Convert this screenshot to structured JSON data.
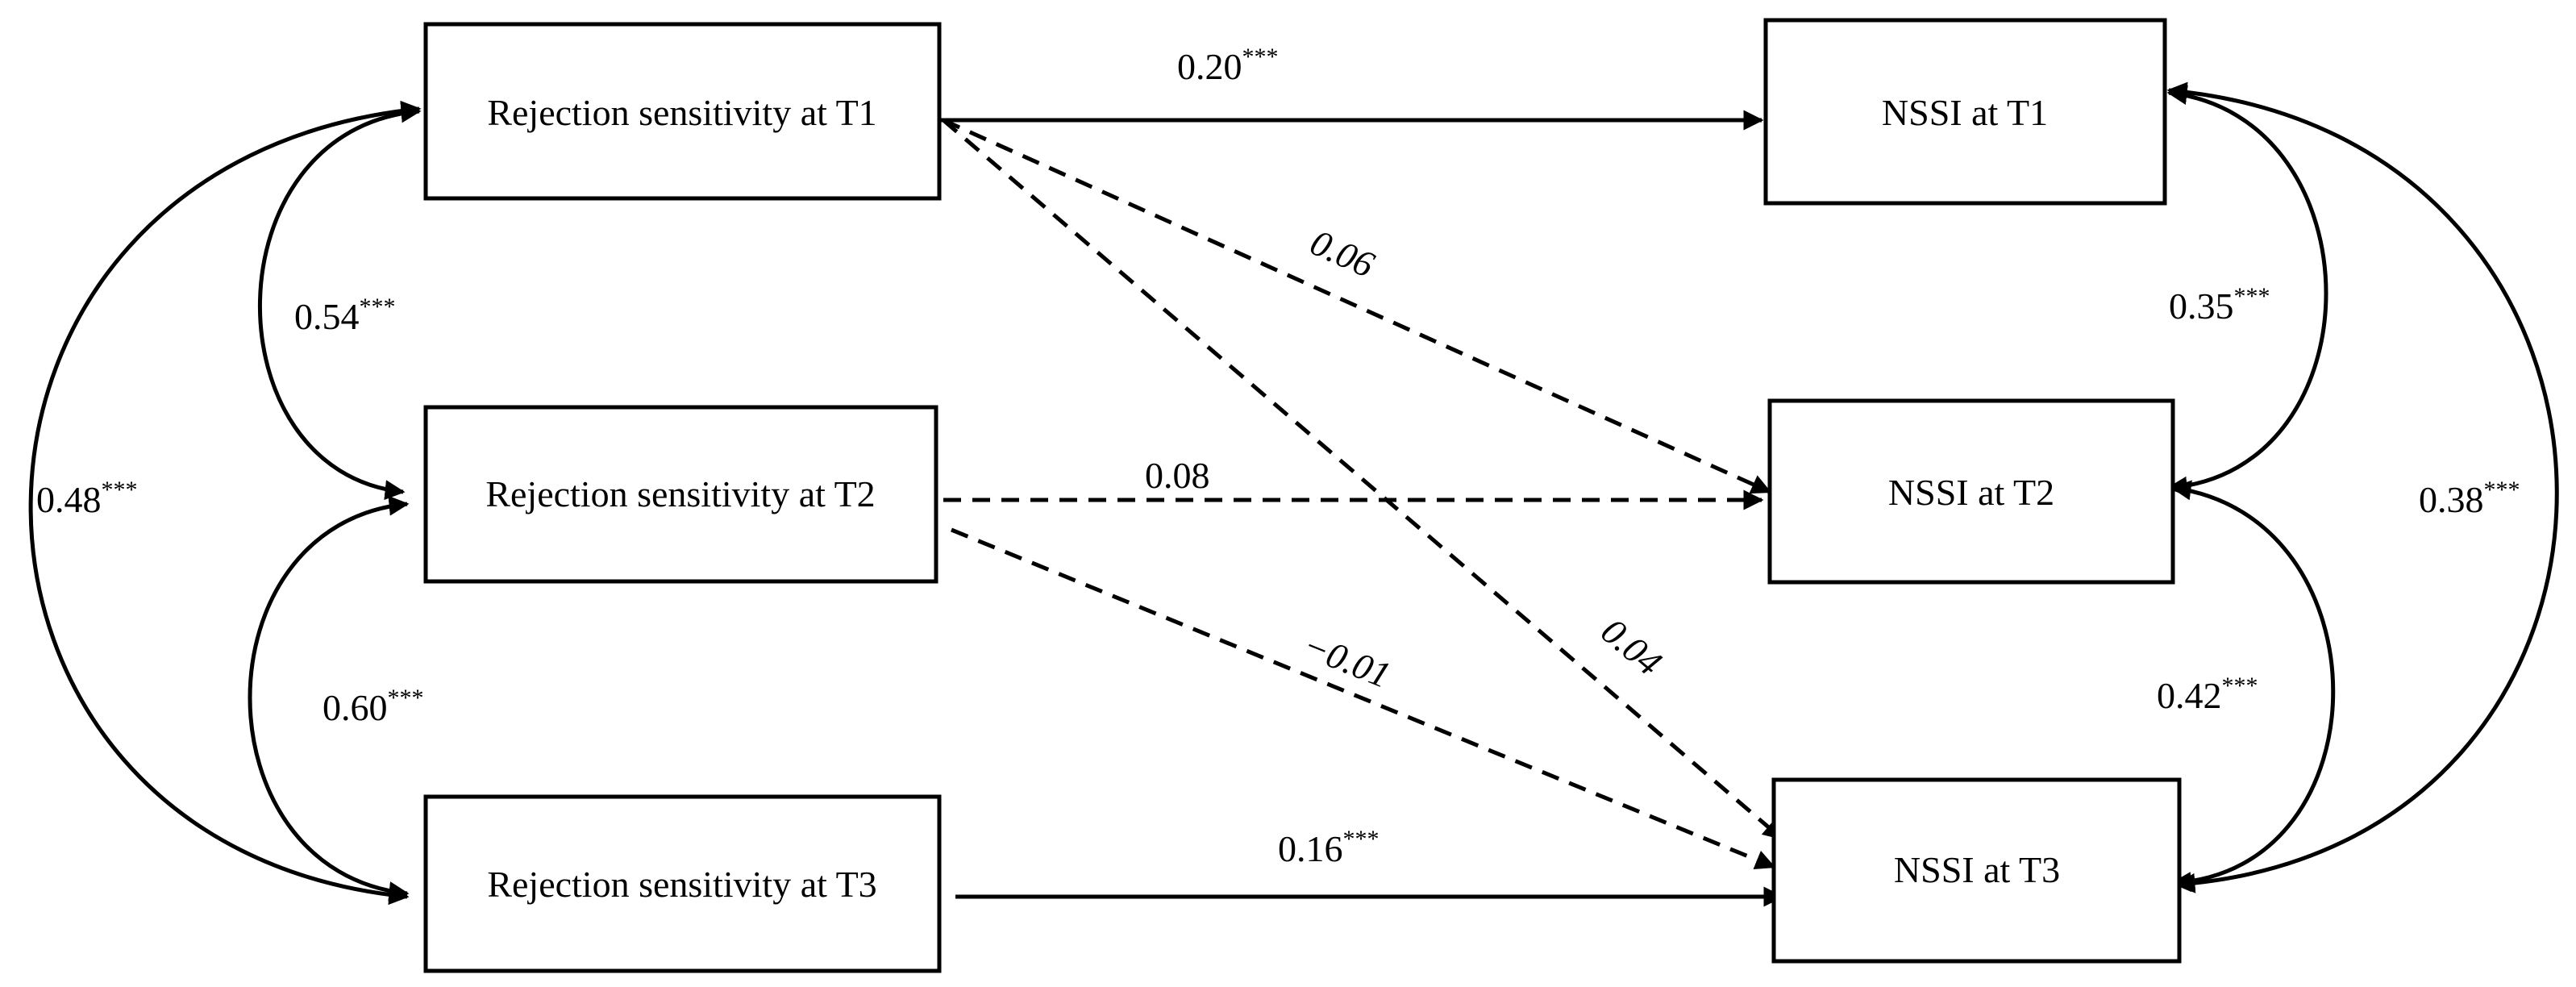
{
  "nodes": {
    "rs_t1": "Rejection sensitivity at T1",
    "rs_t2": "Rejection sensitivity at T2",
    "rs_t3": "Rejection sensitivity at T3",
    "nssi_t1": "NSSI at T1",
    "nssi_t2": "NSSI at T2",
    "nssi_t3": "NSSI at T3"
  },
  "paths": {
    "rs1_nssi1": {
      "value": "0.20",
      "sig": "***",
      "style": "solid"
    },
    "rs1_nssi2": {
      "value": "0.06",
      "sig": "",
      "style": "dashed"
    },
    "rs1_nssi3": {
      "value": "0.04",
      "sig": "",
      "style": "dashed"
    },
    "rs2_nssi2": {
      "value": "0.08",
      "sig": "",
      "style": "dashed"
    },
    "rs2_nssi3": {
      "value": "−0.01",
      "sig": "",
      "style": "dashed"
    },
    "rs3_nssi3": {
      "value": "0.16",
      "sig": "***",
      "style": "solid"
    }
  },
  "correlations": {
    "rs1_rs2": {
      "value": "0.54",
      "sig": "***"
    },
    "rs2_rs3": {
      "value": "0.60",
      "sig": "***"
    },
    "rs1_rs3": {
      "value": "0.48",
      "sig": "***"
    },
    "nssi1_nssi2": {
      "value": "0.35",
      "sig": "***"
    },
    "nssi2_nssi3": {
      "value": "0.42",
      "sig": "***"
    },
    "nssi1_nssi3": {
      "value": "0.38",
      "sig": "***"
    }
  },
  "colors": {
    "ink": "#000000",
    "background": "#ffffff"
  }
}
